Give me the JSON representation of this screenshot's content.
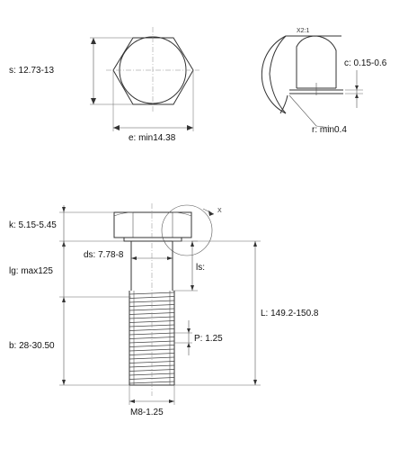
{
  "top_view": {
    "across_flats_label": "s: 12.73-13",
    "across_corners_label": "e: min14.38"
  },
  "detail_view": {
    "scale_label": "X2:1",
    "chamfer_label": "c: 0.15-0.6",
    "radius_label": "r: min0.4"
  },
  "side_view": {
    "head_height_label": "k: 5.15-5.45",
    "shank_diameter_label": "ds: 7.78-8",
    "grip_length_label": "lg: max125",
    "shank_length_label": "ls:",
    "thread_length_label": "b: 28-30.50",
    "pitch_label": "P: 1.25",
    "total_length_label": "L: 149.2-150.8",
    "thread_size_label": "M8-1.25",
    "detail_marker_label": "X"
  }
}
